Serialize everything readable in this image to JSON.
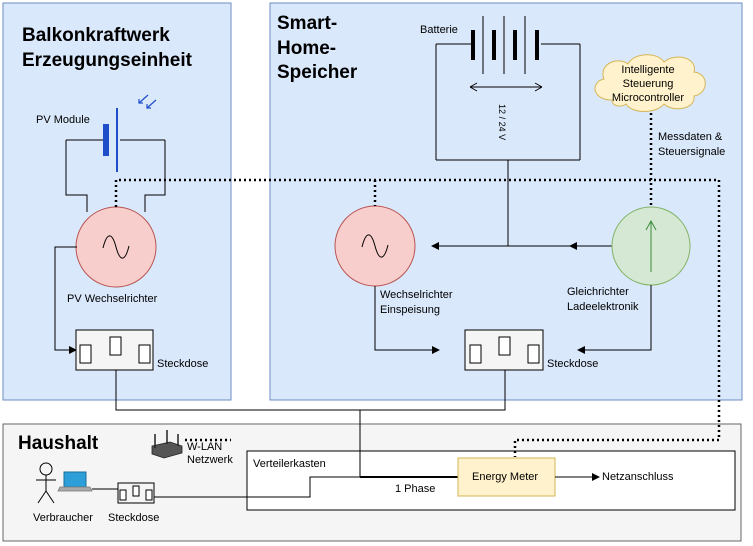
{
  "zones": {
    "balkon": {
      "title_line1": "Balkonkraftwerk",
      "title_line2": "Erzeugungseinheit"
    },
    "speicher": {
      "title_line1": "Smart-",
      "title_line2": "Home-",
      "title_line3": "Speicher"
    },
    "haushalt": {
      "title": "Haushalt"
    }
  },
  "labels": {
    "pv_module": "PV Module",
    "pv_inverter": "PV Wechselrichter",
    "socket_pv": "Steckdose",
    "battery": "Batterie",
    "battery_voltage": "12 / 24 V",
    "controller_line1": "Intelligente",
    "controller_line2": "Steuerung",
    "controller_line3": "Microcontroller",
    "signals_line1": "Messdaten &",
    "signals_line2": "Steuersignale",
    "feed_inverter_line1": "Wechselrichter",
    "feed_inverter_line2": "Einspeisung",
    "charger_line1": "Gleichrichter",
    "charger_line2": "Ladeelektronik",
    "socket_storage": "Steckdose",
    "wlan_line1": "W-LAN",
    "wlan_line2": "Netzwerk",
    "distribution_box": "Verteilerkasten",
    "energy_meter": "Energy Meter",
    "grid_connection": "Netzanschluss",
    "one_phase": "1 Phase",
    "consumer": "Verbraucher",
    "socket_household": "Steckdose"
  },
  "colors": {
    "zone_fill": "#dae8fc",
    "zone_stroke": "#6c8ebf",
    "household_fill": "#f5f5f5",
    "inverter_fill": "#f8cecc",
    "inverter_stroke": "#b85450",
    "charger_fill": "#d5e8d4",
    "charger_stroke": "#82b366",
    "cloud_fill": "#fff2cc",
    "cloud_stroke": "#d6b656",
    "meter_fill": "#fff2cc",
    "meter_stroke": "#d6b656",
    "pv_blue": "#1e4fc9"
  },
  "icons": [
    "pv-panel-icon",
    "sun-rays-icon",
    "battery-icon",
    "ac-source-icon",
    "dc-source-icon",
    "socket-icon",
    "router-icon",
    "laptop-icon",
    "person-icon",
    "cloud-icon"
  ]
}
